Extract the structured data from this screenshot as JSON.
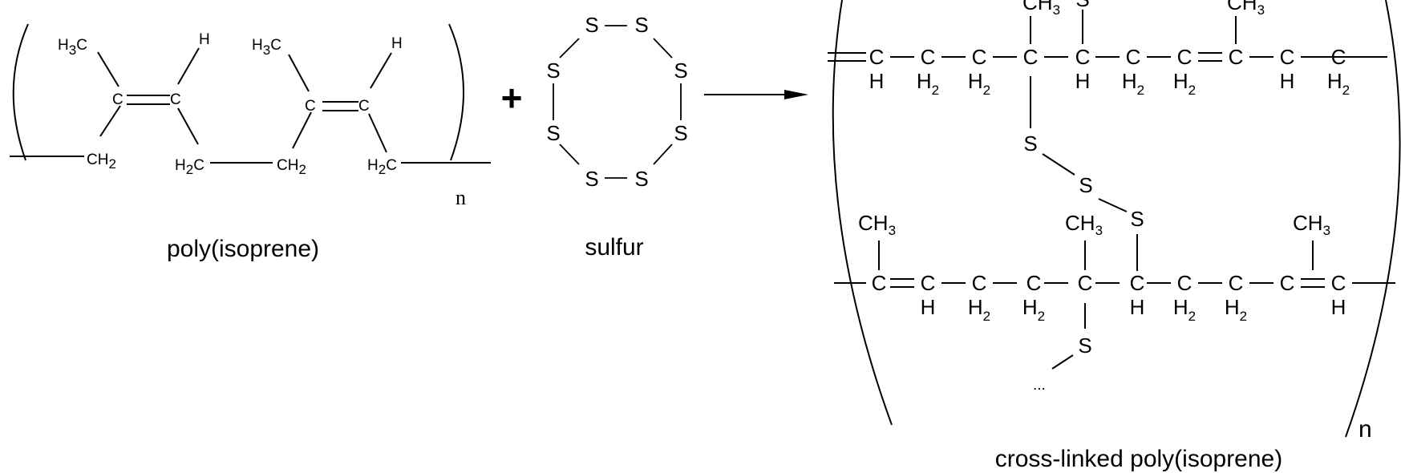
{
  "reactant1": {
    "caption": "poly(isoprene)",
    "repeat_label": "n",
    "labels": {
      "h3c_1": "H",
      "h3c_1_sub": "3",
      "h3c_1_c": "C",
      "h_1": "H",
      "c_1": "C",
      "c_2": "C",
      "ch2_1": "CH",
      "ch2_1_sub": "2",
      "h2c_1": "H",
      "h2c_1_sub": "2",
      "h2c_1_c": "C",
      "h3c_2": "H",
      "h3c_2_sub": "3",
      "h3c_2_c": "C",
      "h_2": "H",
      "c_3": "C",
      "c_4": "C",
      "ch2_2": "CH",
      "ch2_2_sub": "2",
      "h2c_2": "H",
      "h2c_2_sub": "2",
      "h2c_2_c": "C"
    }
  },
  "plus_sign": "+",
  "reagent": {
    "caption": "sulfur",
    "atom": "S"
  },
  "product": {
    "caption": "cross-linked poly(isoprene)",
    "repeat_label": "n",
    "atoms": {
      "C": "C",
      "H": "H",
      "H2": "H",
      "H2_sub": "2",
      "CH3": "CH",
      "CH3_sub": "3",
      "S": "S"
    },
    "ellipsis": "..."
  }
}
